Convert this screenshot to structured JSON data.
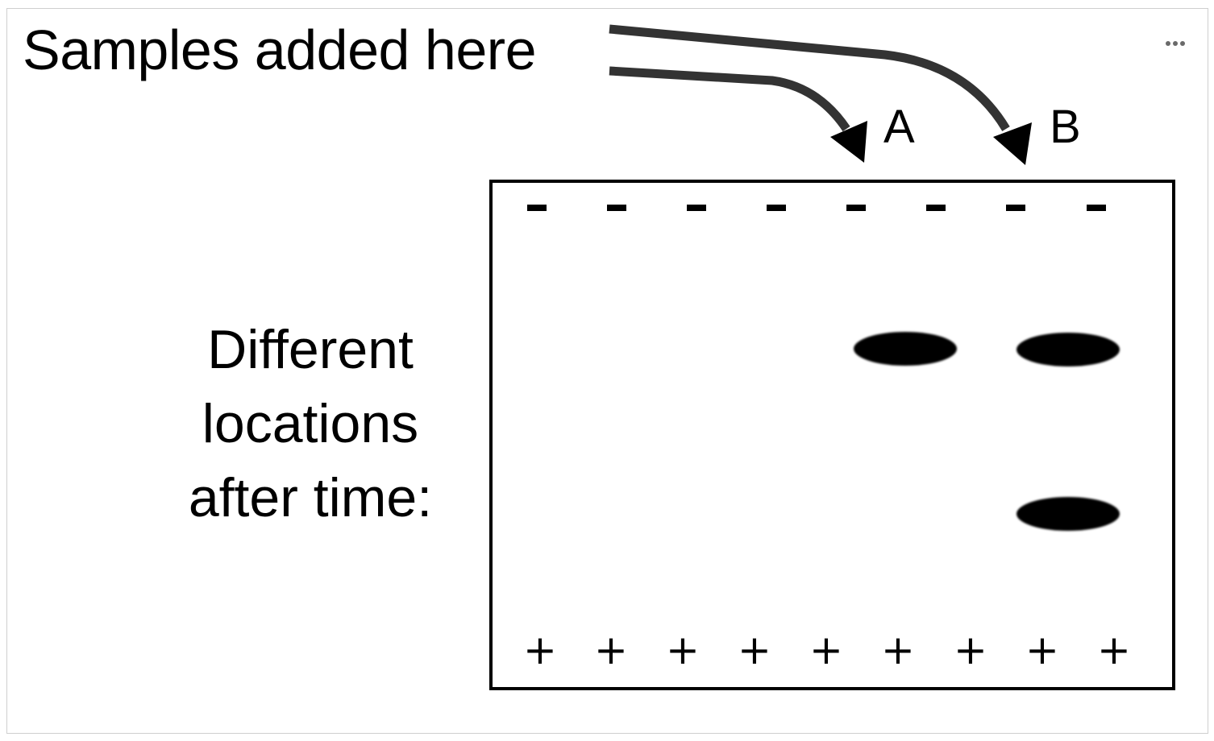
{
  "diagram": {
    "title": "Samples added here",
    "side_label_lines": [
      "Different",
      "locations",
      "after time:"
    ],
    "lanes": [
      {
        "label": "A",
        "lane_index": 5
      },
      {
        "label": "B",
        "lane_index": 7
      }
    ],
    "wells_minus_count": 8,
    "electrode_plus_count": 9,
    "minus_symbol": "–",
    "plus_symbol": "+",
    "bands": [
      {
        "lane": "A",
        "position": "upper"
      },
      {
        "lane": "B",
        "position": "upper"
      },
      {
        "lane": "B",
        "position": "lower"
      }
    ]
  },
  "menu": {
    "icon": "more-options-icon"
  }
}
